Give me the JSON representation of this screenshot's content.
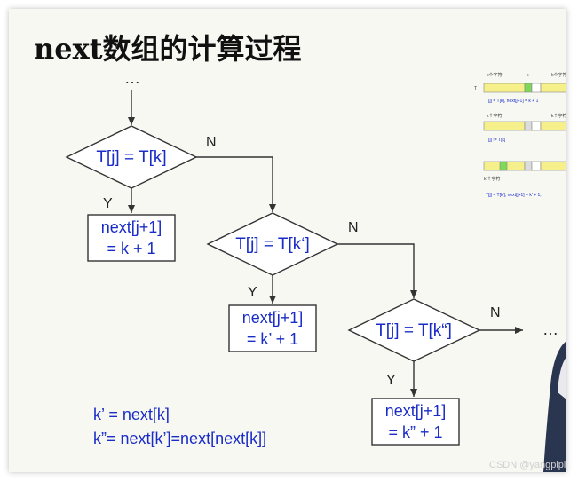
{
  "title": "next数组的计算过程",
  "top_ellipsis": "…",
  "decision1": "T[j] = T[k]",
  "decision2": "T[j] = T[k‘]",
  "decision3": "T[j] = T[k“]",
  "label_n": "N",
  "label_y": "Y",
  "box1": {
    "line1": "next[j+1]",
    "line2": "= k + 1"
  },
  "box2": {
    "line1": "next[j+1]",
    "line2": "= k’ + 1"
  },
  "box3": {
    "line1": "next[j+1]",
    "line2": "= k” + 1"
  },
  "right_ellipsis": "…",
  "formula1": "k’ = next[k]",
  "formula2": "k”= next[k’]=next[next[k]]",
  "thumbnail": {
    "row_label_t": "T",
    "k_chars": "k个字符",
    "k_mark": "k",
    "eq1": "T[j] = T[k],   next[j+1] = k + 1",
    "neq": "T[j] != T[k]",
    "kp_chars": "k'个字符",
    "eq2": "T[j] = T[k'],   next[j+1] = k' + 1,"
  },
  "watermark": "CSDN @yangpipi-",
  "colors": {
    "accent": "#1a2cc8",
    "highlight_green": "#7ed957",
    "bar_yellow": "#f5f08a"
  }
}
